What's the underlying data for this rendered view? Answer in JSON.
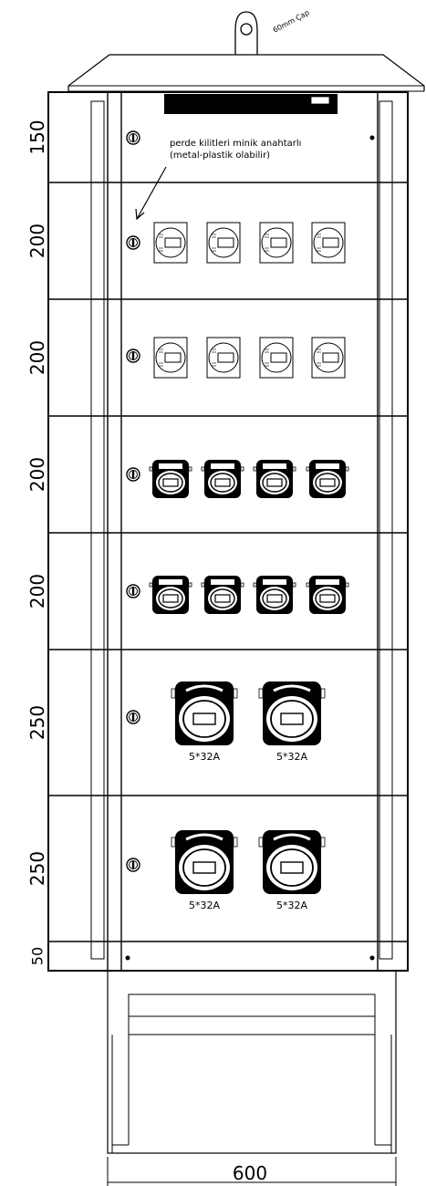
{
  "title_note": "60mm Çap",
  "annotation": {
    "line1": "perde kilitleri minik anahtarlı",
    "line2": "(metal-plastik olabilir)"
  },
  "socket_label": "5*32A",
  "bottom_dimension": "600",
  "sections": [
    {
      "height_label": "150",
      "type": "top"
    },
    {
      "height_label": "200",
      "type": "breaker"
    },
    {
      "height_label": "200",
      "type": "breaker"
    },
    {
      "height_label": "200",
      "type": "socket-small"
    },
    {
      "height_label": "200",
      "type": "socket-small"
    },
    {
      "height_label": "250",
      "type": "socket-large"
    },
    {
      "height_label": "250",
      "type": "socket-large"
    },
    {
      "height_label": "50",
      "type": "bottom"
    }
  ]
}
